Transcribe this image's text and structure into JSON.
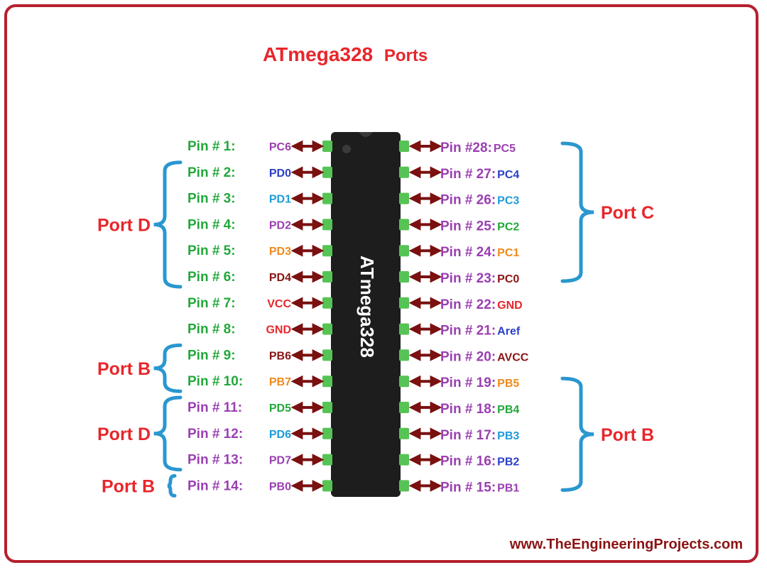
{
  "title": {
    "main": "ATmega328",
    "suffix": "Ports"
  },
  "chip": {
    "label": "ATmega328"
  },
  "website": "www.TheEngineeringProjects.com",
  "colors": {
    "frame": "#b5202e",
    "title": "#e8262b",
    "port_label": "#e8262b",
    "brace": "#2a97cf",
    "arrow": "#7a1010",
    "chip_body": "#1d1d1d",
    "pin_pad": "#55c455",
    "website": "#8b1414",
    "pin_left": "#22a83a",
    "pin_right": "#9a3fb1",
    "pin_left_lower": "#9a3fb1"
  },
  "left_pins": [
    {
      "label": "Pin # 1:",
      "signal": "PC6",
      "signal_color": "#9a3fb1"
    },
    {
      "label": "Pin # 2:",
      "signal": "PD0",
      "signal_color": "#2b40c8"
    },
    {
      "label": "Pin # 3:",
      "signal": "PD1",
      "signal_color": "#1e9bdb"
    },
    {
      "label": "Pin # 4:",
      "signal": "PD2",
      "signal_color": "#9a3fb1"
    },
    {
      "label": "Pin # 5:",
      "signal": "PD3",
      "signal_color": "#f08a1c"
    },
    {
      "label": "Pin # 6:",
      "signal": "PD4",
      "signal_color": "#8b1414"
    },
    {
      "label": "Pin # 7:",
      "signal": "VCC",
      "signal_color": "#e8262b"
    },
    {
      "label": "Pin # 8:",
      "signal": "GND",
      "signal_color": "#e8262b"
    },
    {
      "label": "Pin # 9:",
      "signal": "PB6",
      "signal_color": "#8b1414"
    },
    {
      "label": "Pin # 10:",
      "signal": "PB7",
      "signal_color": "#f08a1c"
    },
    {
      "label": "Pin # 11:",
      "signal": "PD5",
      "signal_color": "#22a83a"
    },
    {
      "label": "Pin # 12:",
      "signal": "PD6",
      "signal_color": "#1e9bdb"
    },
    {
      "label": "Pin # 13:",
      "signal": "PD7",
      "signal_color": "#9a3fb1"
    },
    {
      "label": "Pin # 14:",
      "signal": "PB0",
      "signal_color": "#9a3fb1"
    }
  ],
  "right_pins": [
    {
      "label": "Pin #28:",
      "signal": "PC5",
      "signal_color": "#9a3fb1"
    },
    {
      "label": "Pin # 27:",
      "signal": "PC4",
      "signal_color": "#2b40c8"
    },
    {
      "label": "Pin # 26:",
      "signal": "PC3",
      "signal_color": "#1e9bdb"
    },
    {
      "label": "Pin # 25:",
      "signal": "PC2",
      "signal_color": "#22a83a"
    },
    {
      "label": "Pin # 24:",
      "signal": "PC1",
      "signal_color": "#f08a1c"
    },
    {
      "label": "Pin # 23:",
      "signal": "PC0",
      "signal_color": "#8b1414"
    },
    {
      "label": "Pin # 22:",
      "signal": "GND",
      "signal_color": "#e8262b"
    },
    {
      "label": "Pin # 21:",
      "signal": "Aref",
      "signal_color": "#2b40c8"
    },
    {
      "label": "Pin # 20:",
      "signal": "AVCC",
      "signal_color": "#8b1414"
    },
    {
      "label": "Pin # 19:",
      "signal": "PB5",
      "signal_color": "#f08a1c"
    },
    {
      "label": "Pin # 18:",
      "signal": "PB4",
      "signal_color": "#22a83a"
    },
    {
      "label": "Pin # 17:",
      "signal": "PB3",
      "signal_color": "#1e9bdb"
    },
    {
      "label": "Pin # 16:",
      "signal": "PB2",
      "signal_color": "#2b40c8"
    },
    {
      "label": "Pin # 15:",
      "signal": "PB1",
      "signal_color": "#9a3fb1"
    }
  ],
  "port_groups": {
    "left": [
      {
        "label": "Port D",
        "first_pin": 2,
        "last_pin": 6
      },
      {
        "label": "Port B",
        "first_pin": 9,
        "last_pin": 10
      },
      {
        "label": "Port D",
        "first_pin": 11,
        "last_pin": 13
      },
      {
        "label": "Port B",
        "first_pin": 14,
        "last_pin": 14
      }
    ],
    "right": [
      {
        "label": "Port C",
        "first_pin": 28,
        "last_pin": 23
      },
      {
        "label": "Port B",
        "first_pin": 19,
        "last_pin": 15
      }
    ]
  }
}
